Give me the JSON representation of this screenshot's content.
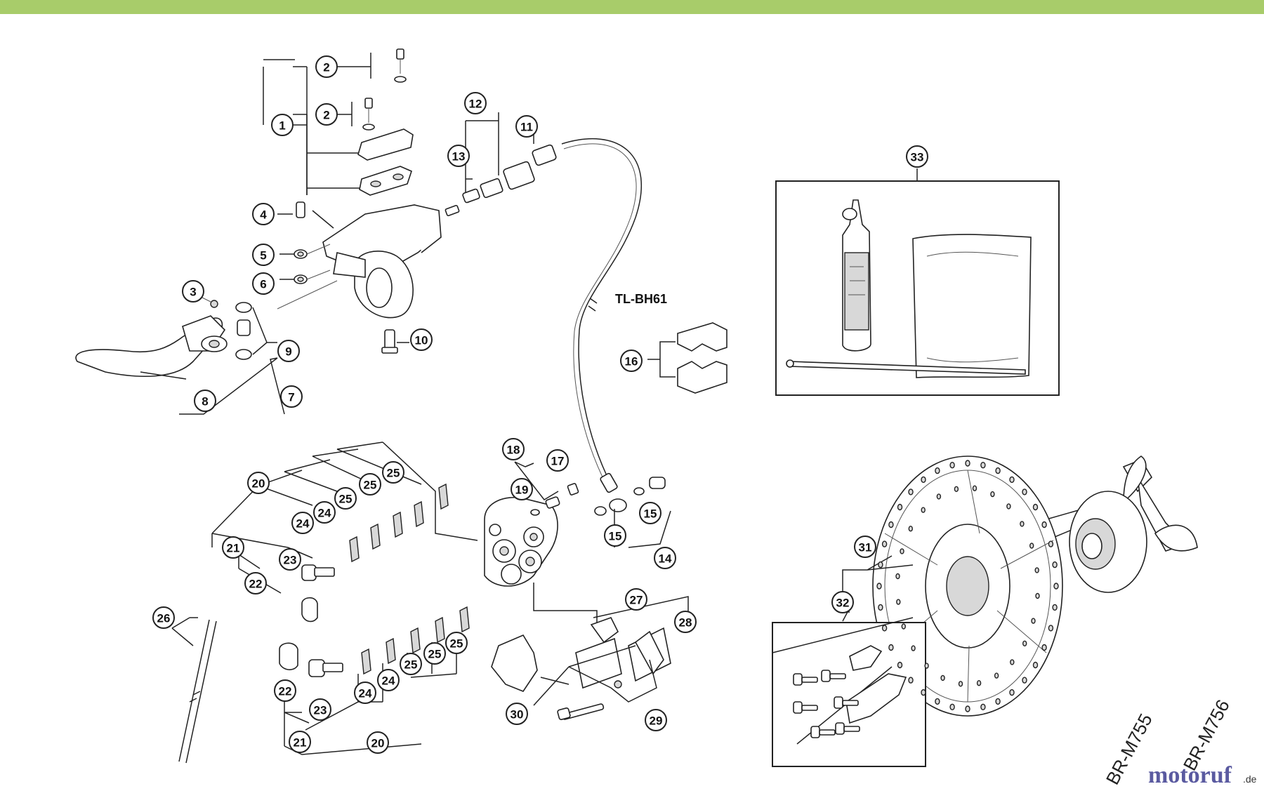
{
  "colors": {
    "top_bar": "#a8cc6a",
    "logo_text": "#5a5aa0",
    "logo_accent": "#e07020"
  },
  "tool_label": "TL-BH61",
  "models": [
    "BR-M755",
    "BR-M756"
  ],
  "watermark": {
    "main": "motoruf",
    "suffix": ".de"
  },
  "callouts": [
    {
      "n": "2"
    },
    {
      "n": "2"
    },
    {
      "n": "1"
    },
    {
      "n": "12"
    },
    {
      "n": "11"
    },
    {
      "n": "13"
    },
    {
      "n": "4"
    },
    {
      "n": "5"
    },
    {
      "n": "6"
    },
    {
      "n": "3"
    },
    {
      "n": "10"
    },
    {
      "n": "9"
    },
    {
      "n": "8"
    },
    {
      "n": "7"
    },
    {
      "n": "33"
    },
    {
      "n": "16"
    },
    {
      "n": "18"
    },
    {
      "n": "17"
    },
    {
      "n": "19"
    },
    {
      "n": "15"
    },
    {
      "n": "15"
    },
    {
      "n": "14"
    },
    {
      "n": "25"
    },
    {
      "n": "25"
    },
    {
      "n": "20"
    },
    {
      "n": "25"
    },
    {
      "n": "24"
    },
    {
      "n": "24"
    },
    {
      "n": "21"
    },
    {
      "n": "23"
    },
    {
      "n": "22"
    },
    {
      "n": "26"
    },
    {
      "n": "27"
    },
    {
      "n": "28"
    },
    {
      "n": "25"
    },
    {
      "n": "25"
    },
    {
      "n": "25"
    },
    {
      "n": "24"
    },
    {
      "n": "24"
    },
    {
      "n": "22"
    },
    {
      "n": "23"
    },
    {
      "n": "21"
    },
    {
      "n": "20"
    },
    {
      "n": "30"
    },
    {
      "n": "29"
    },
    {
      "n": "31"
    },
    {
      "n": "32"
    }
  ]
}
